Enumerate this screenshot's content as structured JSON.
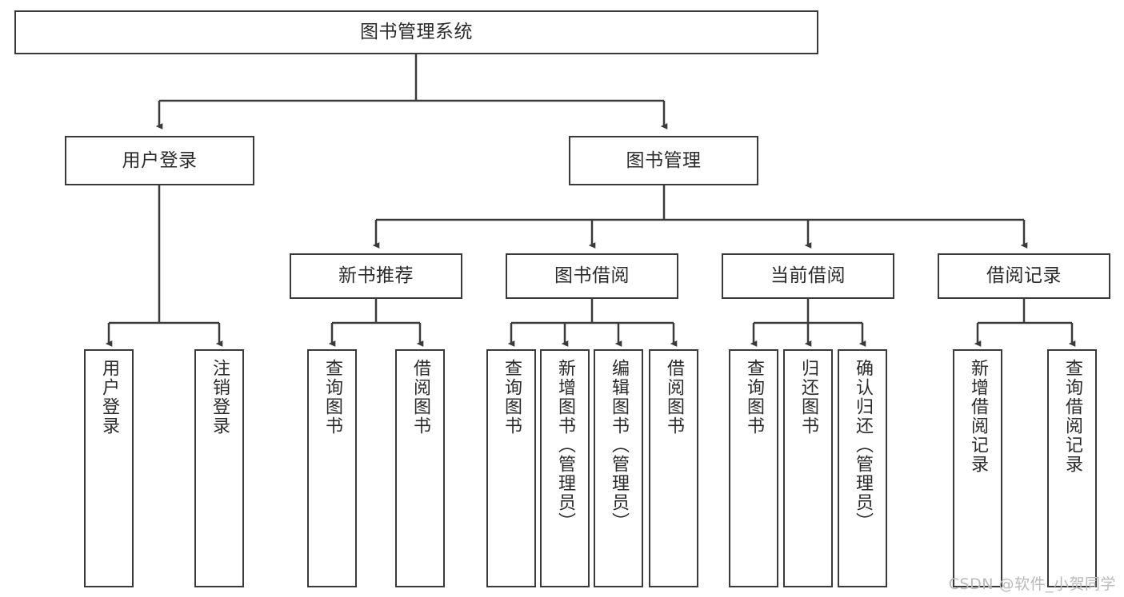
{
  "diagram": {
    "type": "hierarchy-tree",
    "title_node": "图书管理系统",
    "watermark": "CSDN @软件_小贺同学",
    "colors": {
      "stroke": "#3a3a3a",
      "box_fill": "#ffffff",
      "text": "#2b2b2b",
      "watermark": "#b9b9b9"
    },
    "root": {
      "label": "图书管理系统"
    },
    "level2": [
      {
        "label": "用户登录"
      },
      {
        "label": "图书管理"
      }
    ],
    "level3": [
      {
        "label": "新书推荐"
      },
      {
        "label": "图书借阅"
      },
      {
        "label": "当前借阅"
      },
      {
        "label": "借阅记录"
      }
    ],
    "leaves": {
      "user_login": [
        {
          "label": "用户登录"
        },
        {
          "label": "注销登录"
        }
      ],
      "new_book": [
        {
          "label": "查询图书"
        },
        {
          "label": "借阅图书"
        }
      ],
      "book_borrow": [
        {
          "label": "查询图书"
        },
        {
          "label": "新增图书（管理员）"
        },
        {
          "label": "编辑图书（管理员）"
        },
        {
          "label": "借阅图书"
        }
      ],
      "current_borrow": [
        {
          "label": "查询图书"
        },
        {
          "label": "归还图书"
        },
        {
          "label": "确认归还（管理员）"
        }
      ],
      "borrow_record": [
        {
          "label": "新增借阅记录"
        },
        {
          "label": "查询借阅记录"
        }
      ]
    }
  }
}
